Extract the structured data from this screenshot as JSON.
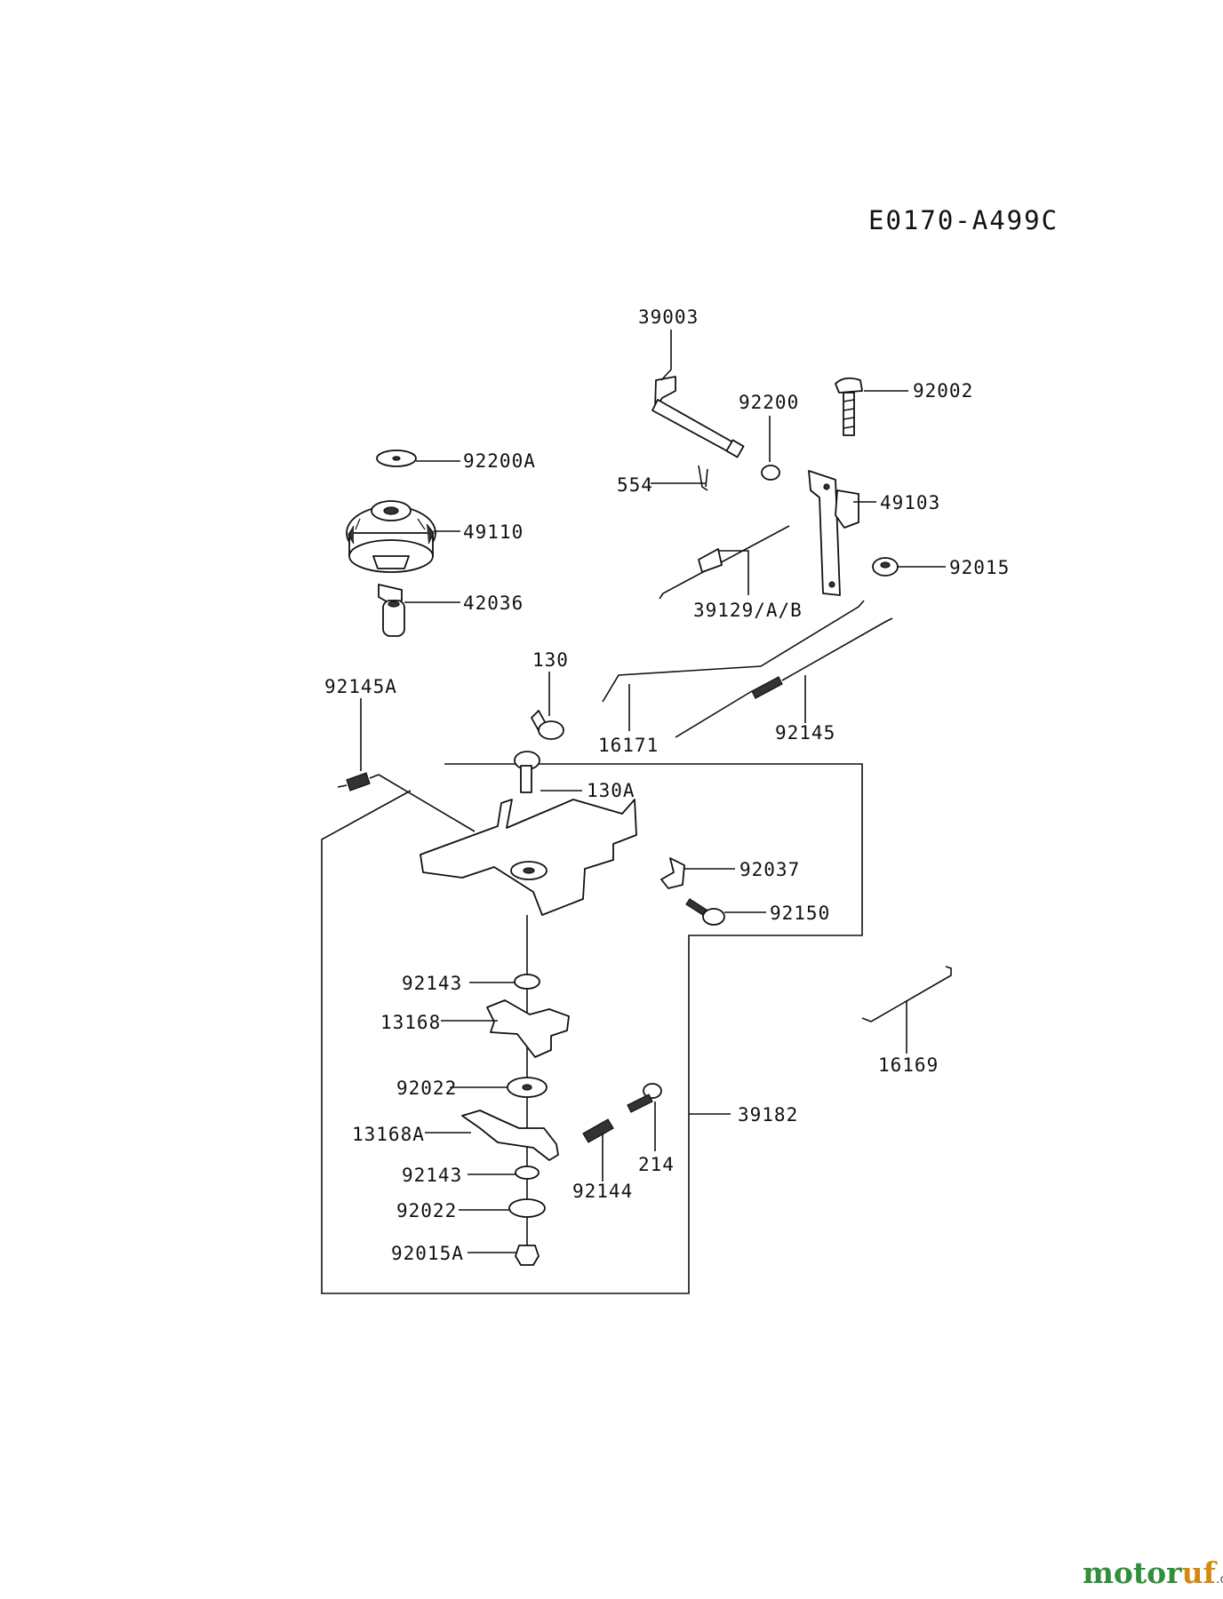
{
  "diagram": {
    "code": "E0170-A499C",
    "callouts": [
      "39003",
      "92200",
      "92002",
      "92200A",
      "554",
      "49103",
      "49110",
      "92015",
      "42036",
      "39129/A/B",
      "130",
      "92145A",
      "16171",
      "92145",
      "130A",
      "92037",
      "92150",
      "92143",
      "13168",
      "16169",
      "92022",
      "39182",
      "13168A",
      "214",
      "92143",
      "92144",
      "92022",
      "92015A"
    ]
  },
  "watermark": {
    "part1": "motor",
    "part2": "uf",
    "suffix": ".de"
  },
  "colors": {
    "ink": "#111111",
    "watermark_green": "#2f8f3a",
    "watermark_orange": "#d48a12"
  }
}
